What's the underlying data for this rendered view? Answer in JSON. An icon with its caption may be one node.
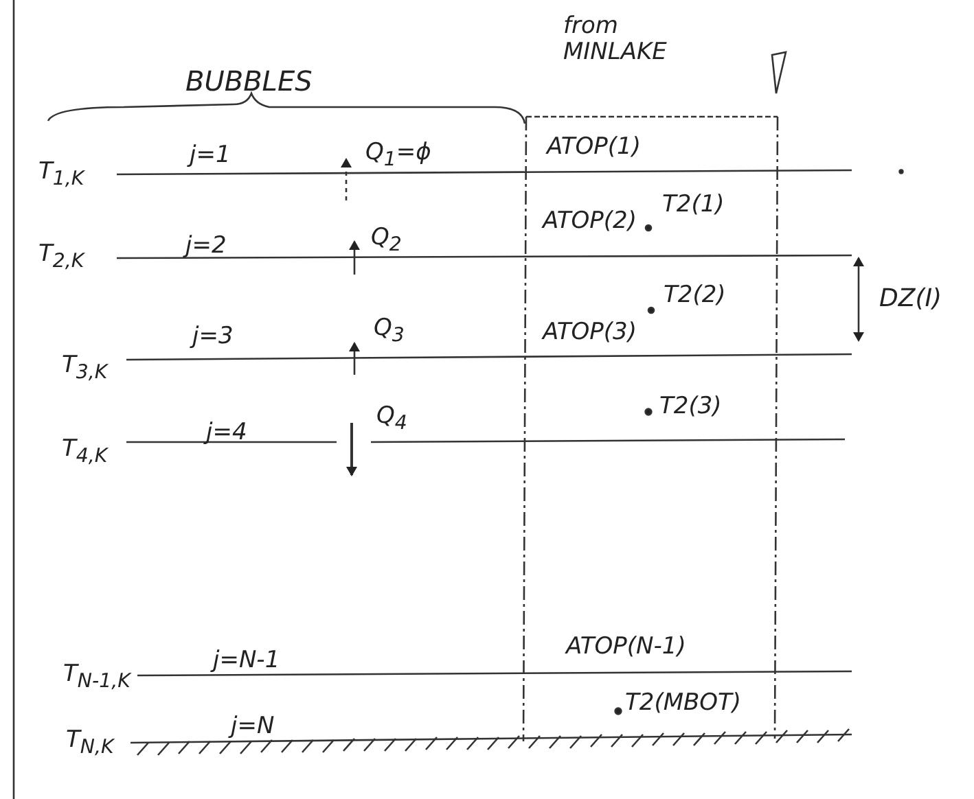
{
  "diagram": {
    "labels": [
      "BUBBLES",
      "from MINLAKE",
      "T$_{1,K}$",
      "j=1",
      "Q$_{1}$=ϕ",
      "ATOP(1)",
      "ATOP(2)",
      "T2(1)",
      "T$_{2,K}$",
      "j=2",
      "Q$_{2}$",
      "T2(2)",
      "DZ(I)",
      "ATOP(3)",
      "T$_{3,K}$",
      "j=3",
      "Q$_{3}$",
      "T2(3)",
      "T$_{4,K}$",
      "j=4",
      "Q$_{4}$",
      "ATOP(N-1)",
      "T$_{N-1,K}$",
      "j=N-1",
      "T2(MBOT)",
      "T$_{N,K}$",
      "j=N"
    ]
  }
}
